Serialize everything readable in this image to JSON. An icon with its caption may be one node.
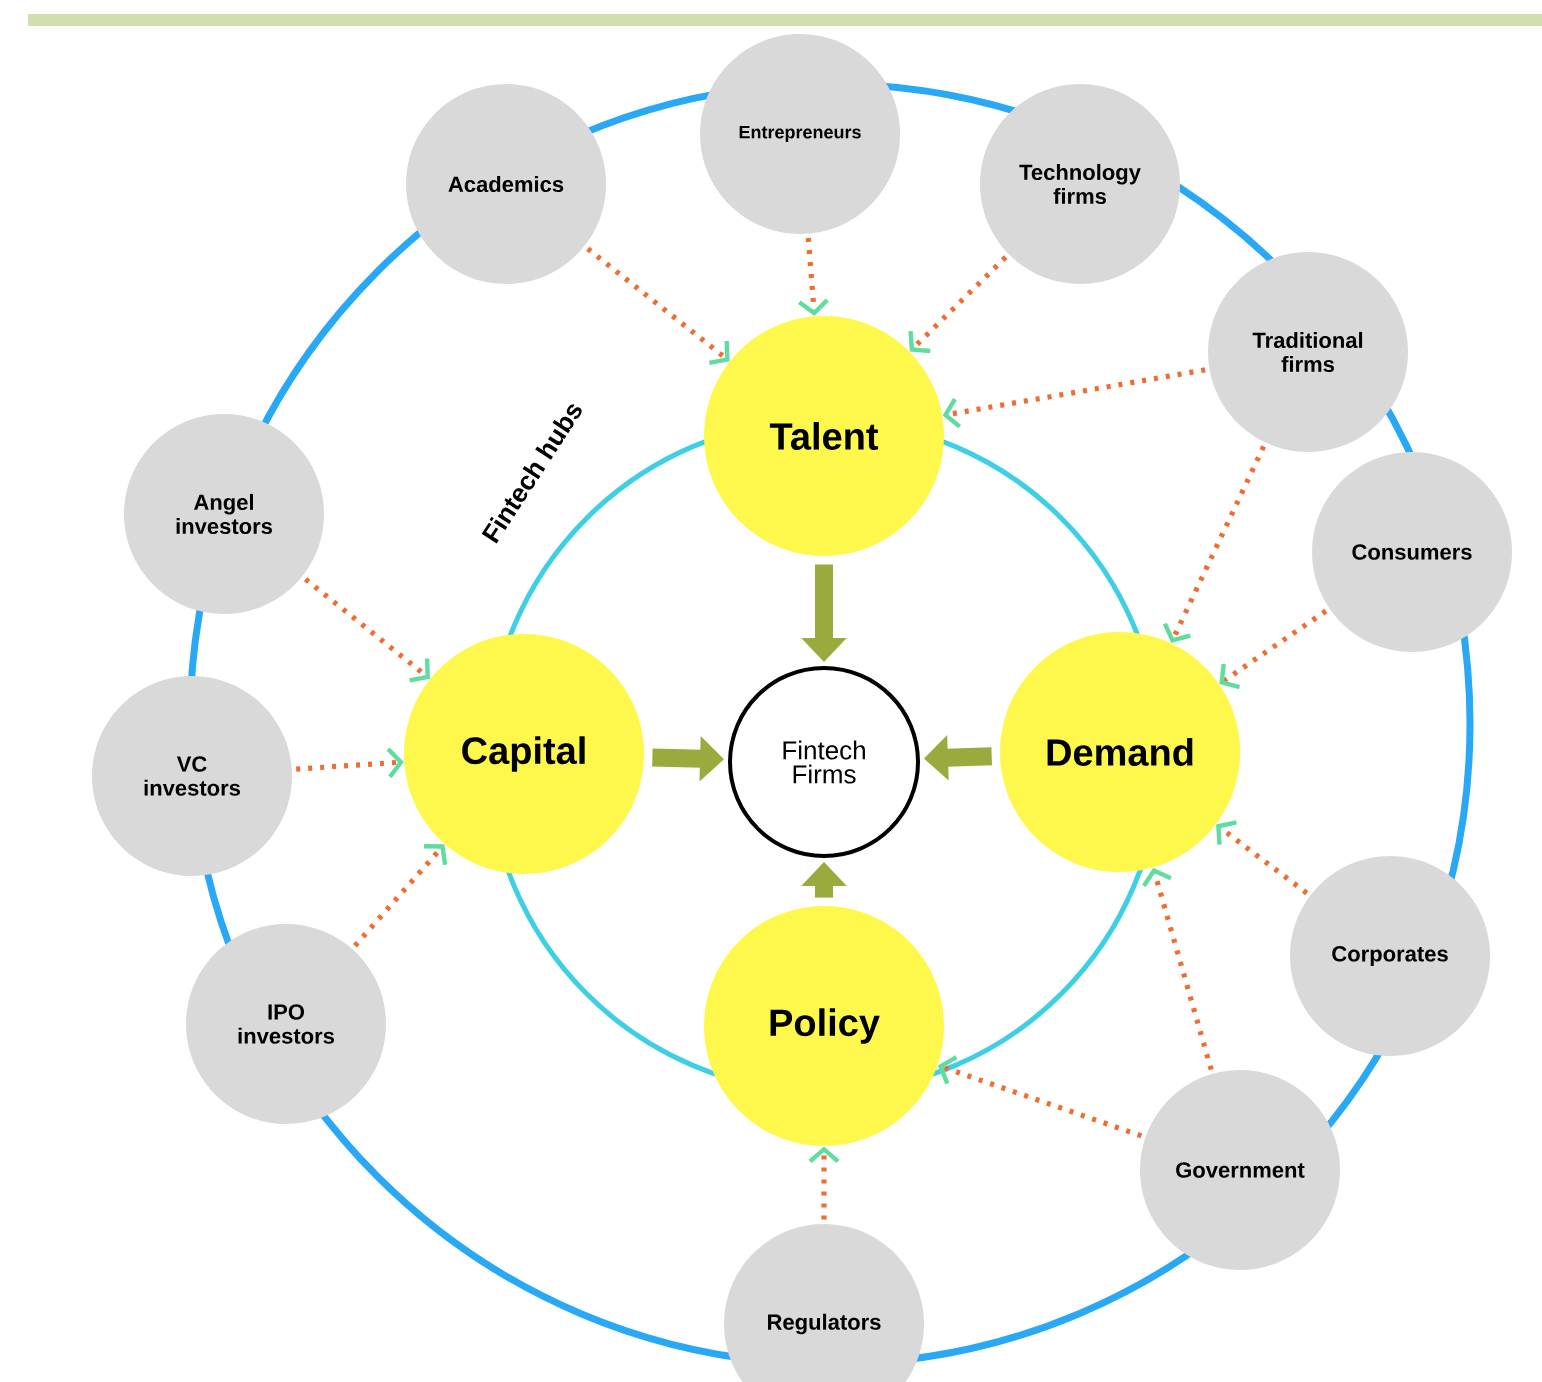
{
  "diagram": {
    "nodes": [
      {
        "text": [
          "Entrepreneurs"
        ]
      },
      {
        "text": [
          "Academics"
        ]
      },
      {
        "text": [
          "Technology firms"
        ]
      },
      {
        "text": [
          "Traditional firms"
        ]
      },
      {
        "text": [
          "Talent"
        ]
      },
      {
        "text": [
          "Angel investors"
        ]
      },
      {
        "text": [
          "Consumers"
        ]
      },
      {
        "text": [
          "Capital"
        ]
      },
      {
        "text": [
          "Fintech Firms"
        ]
      },
      {
        "text": [
          "Demand"
        ]
      },
      {
        "text": [
          "VC investors"
        ]
      },
      {
        "text": [
          "Corporates"
        ]
      },
      {
        "text": [
          "IPO investors"
        ]
      },
      {
        "text": [
          "Policy"
        ]
      },
      {
        "text": [
          "Government"
        ]
      },
      {
        "text": [
          "Regulators"
        ]
      }
    ],
    "edges": [
      {
        "from": 0,
        "to": 4,
        "arrow": "to",
        "style": "dashed",
        "color": "#f26b30"
      },
      {
        "from": 1,
        "to": 4,
        "arrow": "to",
        "style": "dashed",
        "color": "#f26b30"
      },
      {
        "from": 2,
        "to": 4,
        "arrow": "to",
        "style": "dashed",
        "color": "#f26b30"
      },
      {
        "from": 3,
        "to": 4,
        "arrow": "to",
        "style": "dashed",
        "color": "#f26b30"
      },
      {
        "from": 3,
        "to": 9,
        "arrow": "to",
        "style": "dashed",
        "color": "#f26b30"
      },
      {
        "from": 6,
        "to": 9,
        "arrow": "to",
        "style": "dashed",
        "color": "#f26b30"
      },
      {
        "from": 11,
        "to": 9,
        "arrow": "to",
        "style": "dashed",
        "color": "#f26b30"
      },
      {
        "from": 14,
        "to": 9,
        "arrow": "to",
        "style": "dashed",
        "color": "#f26b30"
      },
      {
        "from": 14,
        "to": 13,
        "arrow": "to",
        "style": "dashed",
        "color": "#f26b30"
      },
      {
        "from": 15,
        "to": 13,
        "arrow": "to",
        "style": "dashed",
        "color": "#f26b30"
      },
      {
        "from": 5,
        "to": 7,
        "arrow": "to",
        "style": "dashed",
        "color": "#f26b30"
      },
      {
        "from": 10,
        "to": 7,
        "arrow": "to",
        "style": "dashed",
        "color": "#f26b30"
      },
      {
        "from": 12,
        "to": 7,
        "arrow": "to",
        "style": "dashed",
        "color": "#f26b30"
      },
      {
        "from": 4,
        "to": 8,
        "arrow": "to",
        "style": "thick",
        "color": "#9aaa3c"
      },
      {
        "from": 7,
        "to": 8,
        "arrow": "to",
        "style": "thick",
        "color": "#9aaa3c"
      },
      {
        "from": 9,
        "to": 8,
        "arrow": "to",
        "style": "thick",
        "color": "#9aaa3c"
      },
      {
        "from": 13,
        "to": 8,
        "arrow": "to",
        "style": "thick",
        "color": "#9aaa3c"
      }
    ],
    "labels": [
      "Fintech hubs"
    ]
  }
}
